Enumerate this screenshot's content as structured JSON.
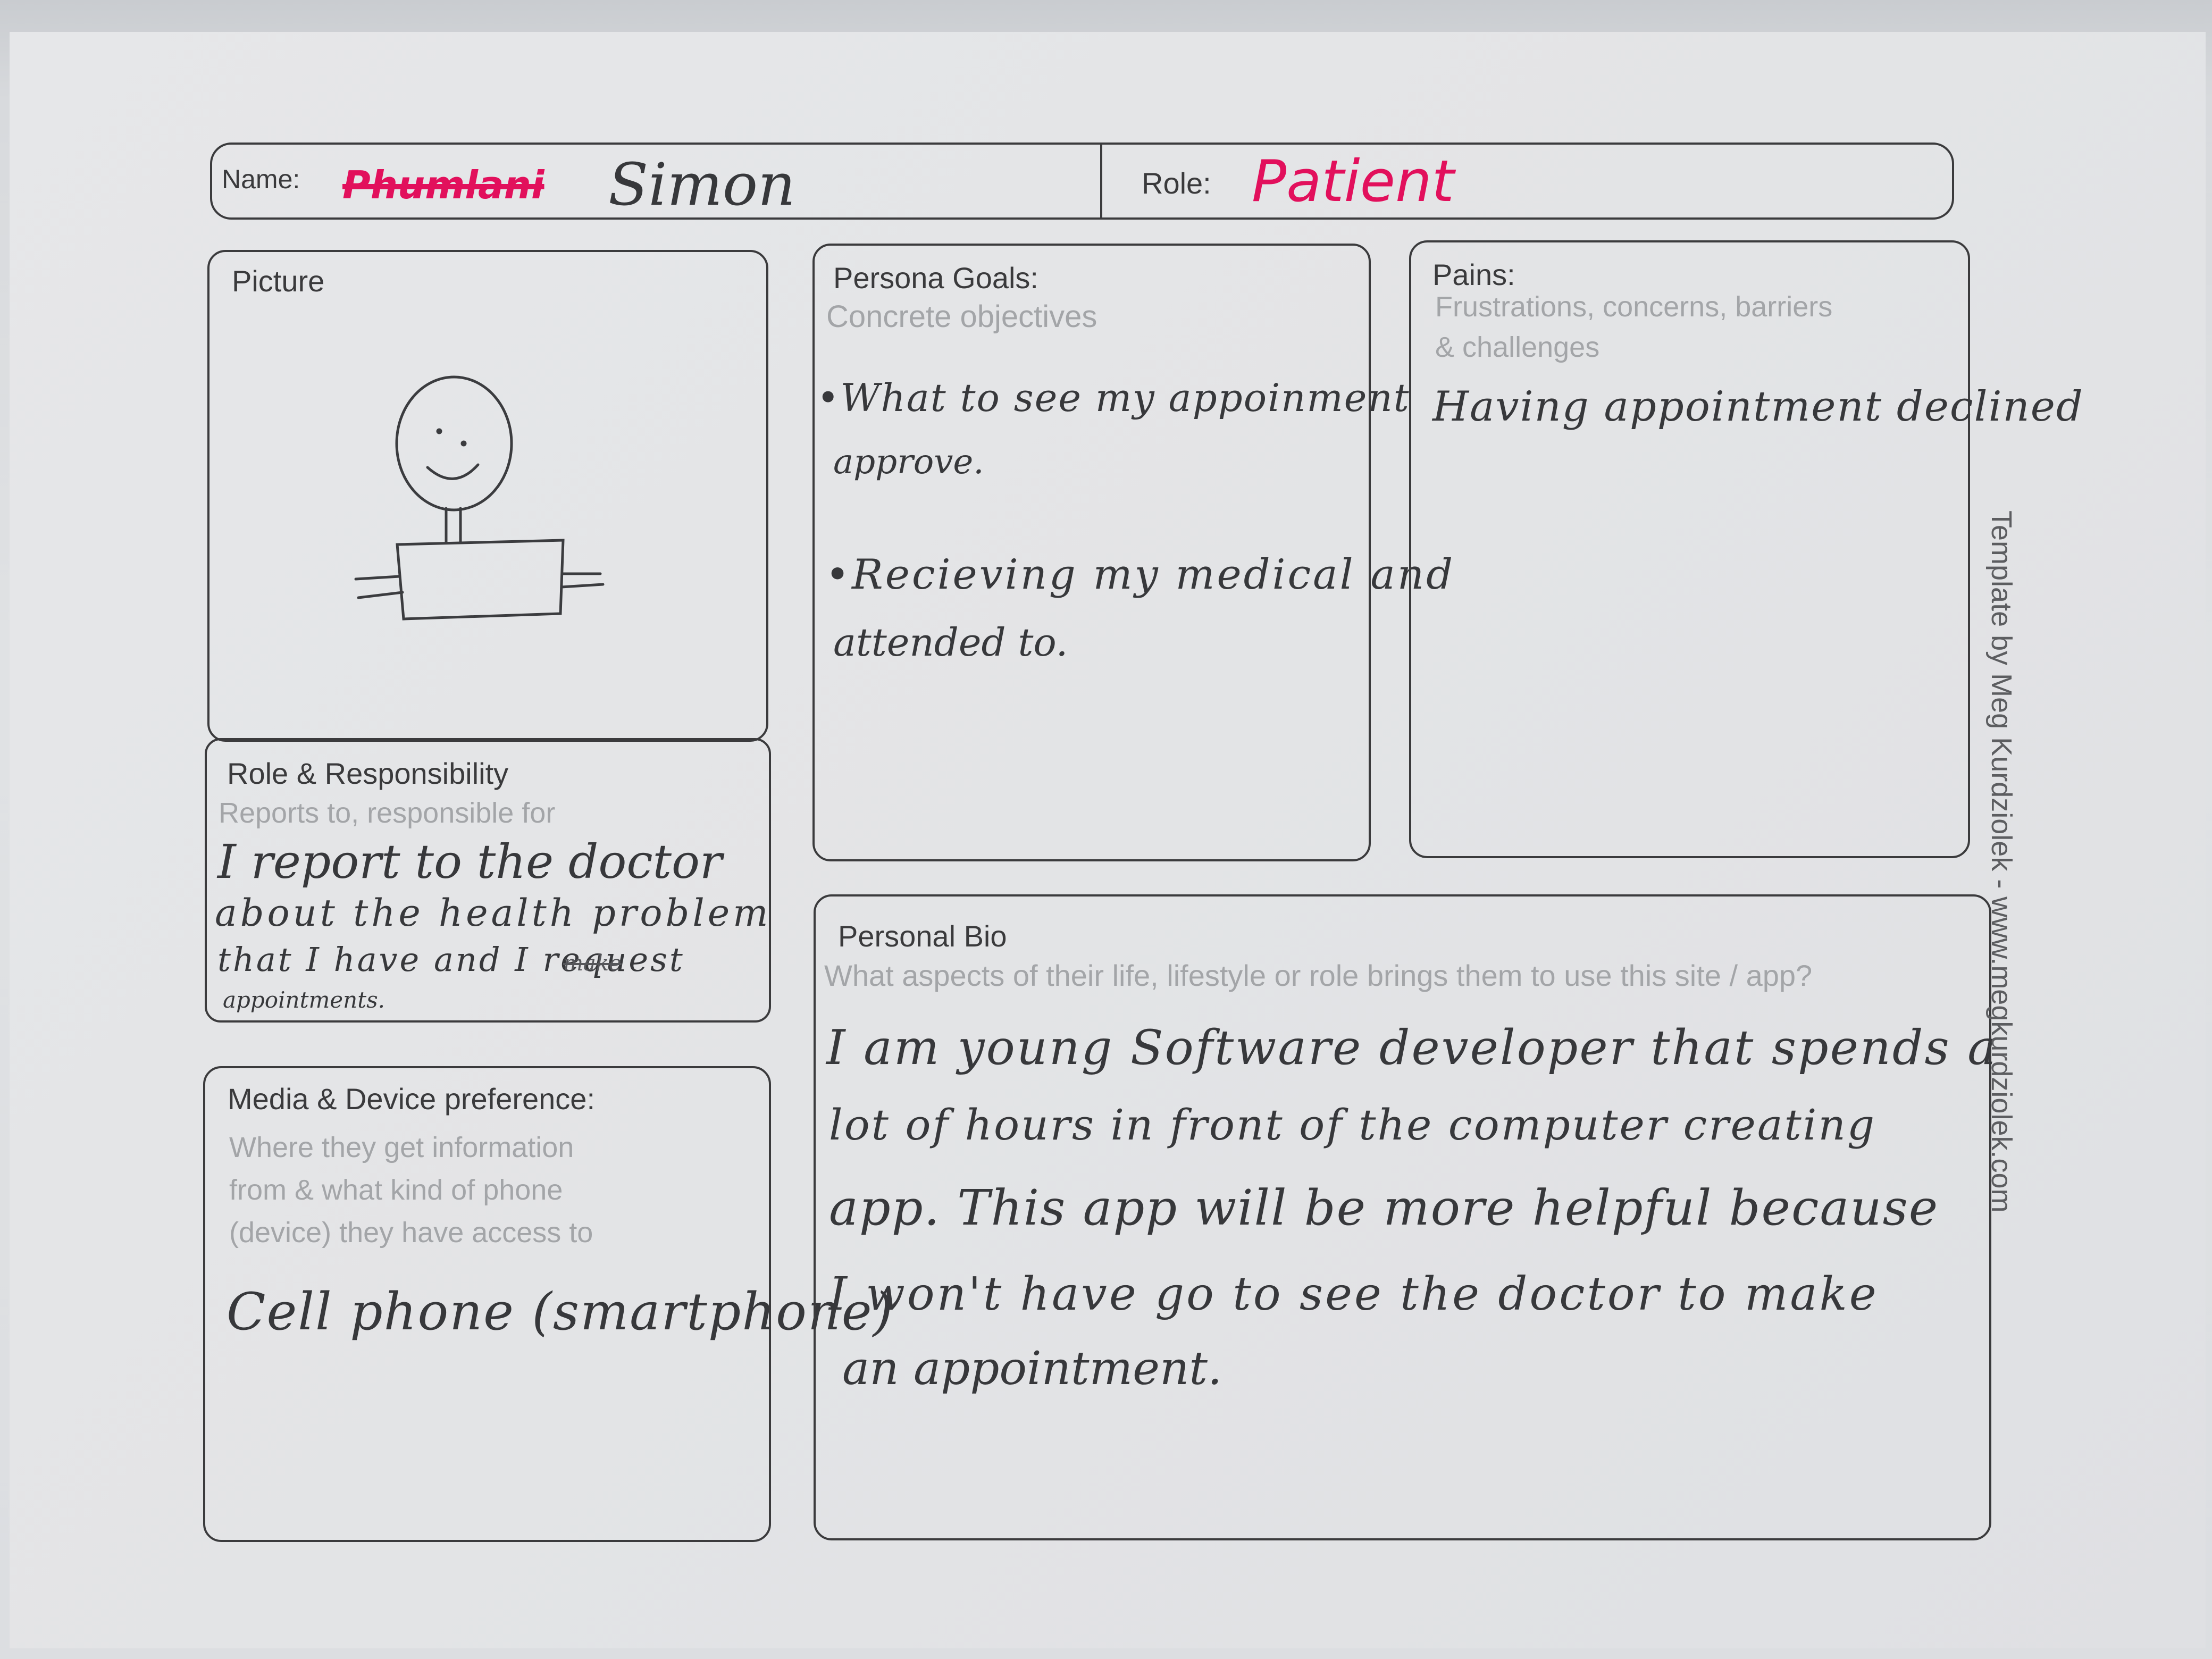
{
  "header": {
    "name_label": "Name:",
    "name_struck": "Phumlani",
    "name_value": "Simon",
    "role_label": "Role:",
    "role_value": "Patient"
  },
  "picture": {
    "title": "Picture"
  },
  "role_responsibility": {
    "title": "Role & Responsibility",
    "subtitle": "Reports to, responsible for",
    "lines": [
      "I report to the doctor",
      "about the health problem",
      "that I have and I request",
      "appointments."
    ],
    "struck_word": "make"
  },
  "media": {
    "title": "Media & Device preference:",
    "subtitle_lines": [
      "Where they get information",
      "from & what kind of phone",
      "(device) they have access to"
    ],
    "answer": "Cell phone (smartphone)"
  },
  "goals": {
    "title": "Persona Goals:",
    "subtitle": "Concrete objectives",
    "lines": [
      "•What to see my appoinment",
      "approve.",
      "•Recieving my medical and",
      "attended to."
    ]
  },
  "pains": {
    "title": "Pains:",
    "subtitle_lines": [
      "Frustrations, concerns, barriers",
      "& challenges"
    ],
    "answer": "Having appointment declined"
  },
  "bio": {
    "title": "Personal Bio",
    "subtitle": "What aspects of their life, lifestyle or role brings them to use this site / app?",
    "lines": [
      "I am young Software developer that spends a",
      "lot of hours in front of the computer creating",
      "app. This app will be more helpful because",
      "I won't have go to see the doctor to make",
      "an appointment."
    ]
  },
  "credit": "Template by Meg Kurdziolek - www.megkurdziolek.com"
}
